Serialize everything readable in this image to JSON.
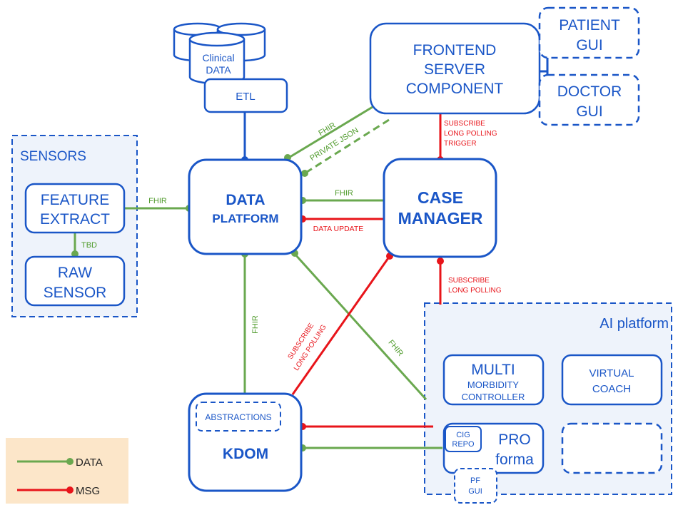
{
  "colors": {
    "data_line": "#6aa84f",
    "msg_line": "#e8141a",
    "box_stroke": "#1a56c7",
    "text_blue": "#1a56c7",
    "group_fill": "#eef3fb",
    "legend_fill": "#fce6c9"
  },
  "components": {
    "clinical_data": {
      "line1": "Clinical",
      "line2": "DATA"
    },
    "etl": "ETL",
    "frontend": {
      "line1": "FRONTEND",
      "line2": "SERVER",
      "line3": "COMPONENT"
    },
    "patient_gui": {
      "line1": "PATIENT",
      "line2": "GUI"
    },
    "doctor_gui": {
      "line1": "DOCTOR",
      "line2": "GUI"
    },
    "sensors": {
      "title": "SENSORS",
      "feature_extract": {
        "line1": "FEATURE",
        "line2": "EXTRACT"
      },
      "raw_sensor": {
        "line1": "RAW",
        "line2": "SENSOR"
      }
    },
    "data_platform": {
      "line1": "DATA",
      "line2": "PLATFORM"
    },
    "case_manager": {
      "line1": "CASE",
      "line2": "MANAGER"
    },
    "kdom": {
      "title": "KDOM",
      "abstractions": "ABSTRACTIONS"
    },
    "ai_platform": {
      "title": "AI platform",
      "multi": {
        "line1": "MULTI",
        "line2": "MORBIDITY",
        "line3": "CONTROLLER"
      },
      "virtual_coach": {
        "line1": "VIRTUAL",
        "line2": "COACH"
      },
      "proforma": {
        "line1": "PRO",
        "line2": "forma"
      },
      "cig_repo": {
        "line1": "CIG",
        "line2": "REPO"
      },
      "pf_gui": {
        "line1": "PF",
        "line2": "GUI"
      }
    }
  },
  "connection_labels": {
    "sensor_fhir": "FHIR",
    "tbd": "TBD",
    "frontend_fhir": "FHIR",
    "private_json": "PRIVATE JSON",
    "dp_cm_fhir": "FHIR",
    "data_update": "DATA UPDATE",
    "frontend_cm": {
      "line1": "SUBSCRIBE",
      "line2": "LONG POLLING",
      "line3": "TRIGGER"
    },
    "cm_ai": {
      "line1": "SUBSCRIBE",
      "line2": "LONG POLLING"
    },
    "dp_kdom_fhir": "FHIR",
    "dp_ai_fhir": "FHIR",
    "kdom_cm": {
      "line1": "SUBSCRIBE",
      "line2": "LONG POLLING"
    }
  },
  "legend": {
    "data": "DATA",
    "msg": "MSG"
  }
}
